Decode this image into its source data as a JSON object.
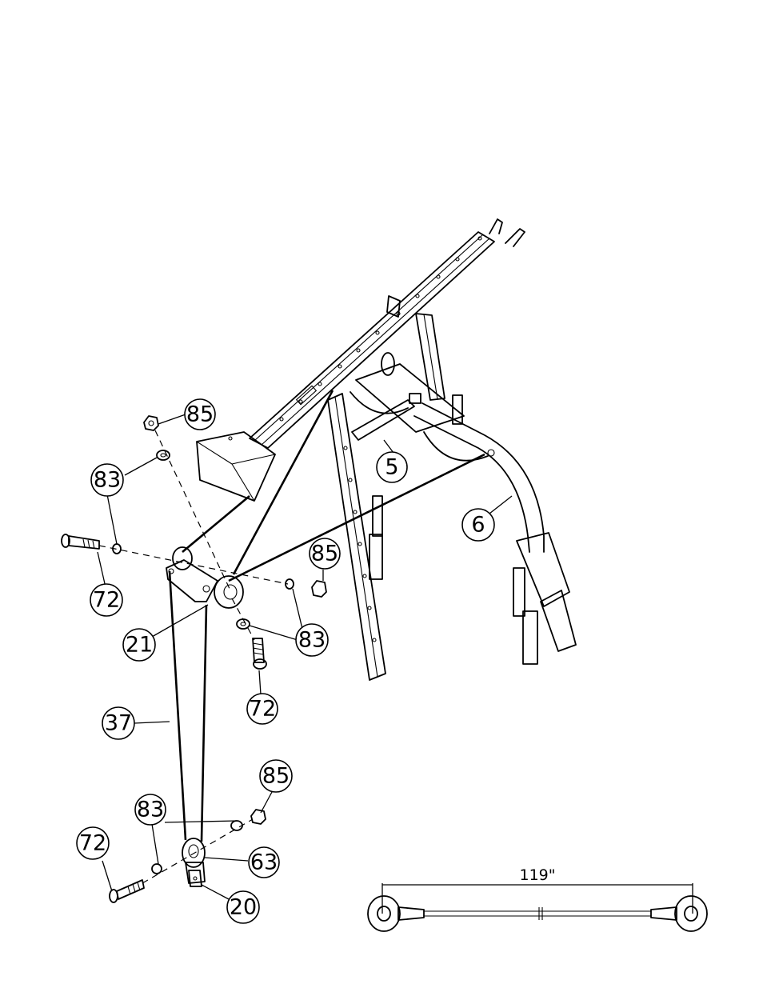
{
  "callouts": {
    "c85a": "85",
    "c83a": "83",
    "c72a": "72",
    "c5": "5",
    "c6": "6",
    "c85b": "85",
    "c21": "21",
    "c83b": "83",
    "c72b": "72",
    "c37": "37",
    "c85c": "85",
    "c83c": "83",
    "c72c": "72",
    "c63": "63",
    "c20": "20"
  },
  "cable_length": "119\""
}
